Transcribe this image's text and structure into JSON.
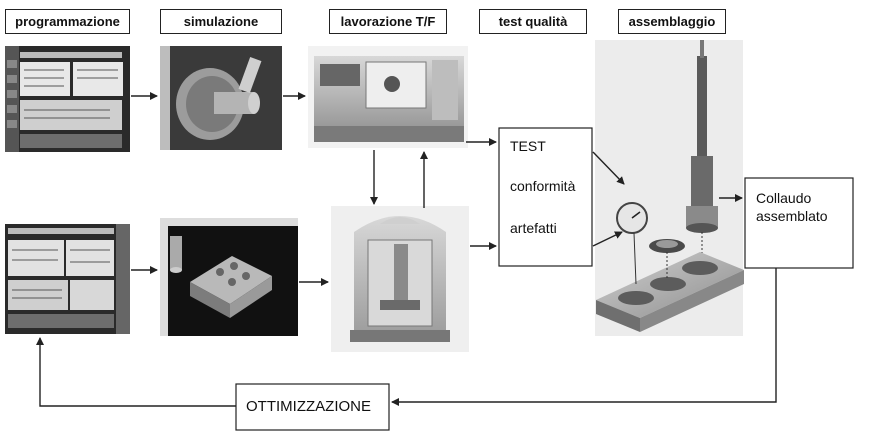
{
  "stages": {
    "programmazione": "programmazione",
    "simulazione": "simulazione",
    "lavorazione": "lavorazione T/F",
    "test_qualita": "test qualità",
    "assemblaggio": "assemblaggio"
  },
  "test_box": {
    "line1": "TEST",
    "line2": "conformità",
    "line3": "artefatti"
  },
  "collaudo": {
    "line1": "Collaudo",
    "line2": "assemblato"
  },
  "ottimizzazione": "OTTIMIZZAZIONE"
}
